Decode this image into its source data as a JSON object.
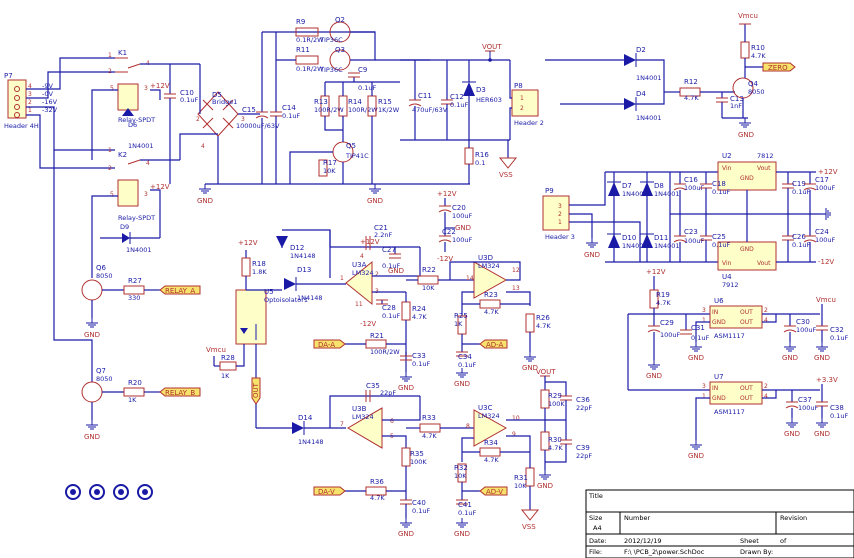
{
  "connectors": {
    "p7": {
      "ref": "P7",
      "value": "Header 4H",
      "pins": [
        "4",
        "3",
        "2",
        "1"
      ],
      "nets": [
        "-9V",
        "-0V",
        "-16V",
        "-32V"
      ]
    },
    "p8": {
      "ref": "P8",
      "value": "Header 2",
      "pins": [
        "1",
        "2"
      ]
    },
    "p9": {
      "ref": "P9",
      "value": "Header 3",
      "pins": [
        "3",
        "2",
        "1"
      ]
    }
  },
  "relays": {
    "k1": {
      "ref": "K1",
      "value": "Relay-SPDT",
      "diode": "D6",
      "diode_value": "1N4001"
    },
    "k2": {
      "ref": "K2",
      "value": "Relay-SPDT",
      "diode": "D9",
      "diode_value": "1N4001"
    }
  },
  "bridge": {
    "ref": "D5",
    "value": "Bridge1"
  },
  "transistors": {
    "q2": {
      "ref": "Q2",
      "value": "TIP36C"
    },
    "q3": {
      "ref": "Q3",
      "value": "TIP36C"
    },
    "q5": {
      "ref": "Q5",
      "value": "TIP41C"
    },
    "q4": {
      "ref": "Q4",
      "value": "8050"
    },
    "q6": {
      "ref": "Q6",
      "value": "8050"
    },
    "q7": {
      "ref": "Q7",
      "value": "8050"
    }
  },
  "resistors": [
    {
      "ref": "R9",
      "value": "0.1R/2W"
    },
    {
      "ref": "R11",
      "value": "0.1R/2W"
    },
    {
      "ref": "R13",
      "value": "100R/2W"
    },
    {
      "ref": "R14",
      "value": "100R/2W"
    },
    {
      "ref": "R15",
      "value": "1K/2W"
    },
    {
      "ref": "R16",
      "value": "0.1"
    },
    {
      "ref": "R17",
      "value": "10K"
    },
    {
      "ref": "R10",
      "value": "4.7K"
    },
    {
      "ref": "R12",
      "value": "4.7K"
    },
    {
      "ref": "R18",
      "value": "1.8K"
    },
    {
      "ref": "R20",
      "value": "1K"
    },
    {
      "ref": "R28",
      "value": "1K"
    },
    {
      "ref": "R27",
      "value": "330"
    },
    {
      "ref": "R19",
      "value": "4.7K"
    },
    {
      "ref": "R22",
      "value": "10K"
    },
    {
      "ref": "R23",
      "value": "4.7K"
    },
    {
      "ref": "R24",
      "value": "4.7K"
    },
    {
      "ref": "R25",
      "value": "1K"
    },
    {
      "ref": "R26",
      "value": "4.7K"
    },
    {
      "ref": "R21",
      "value": "100R/2W"
    },
    {
      "ref": "R29",
      "value": "100K"
    },
    {
      "ref": "R31",
      "value": "10K"
    },
    {
      "ref": "R30",
      "value": "4.7K"
    },
    {
      "ref": "R32",
      "value": "10K"
    },
    {
      "ref": "R33",
      "value": "4.7K"
    },
    {
      "ref": "R34",
      "value": "4.7K"
    },
    {
      "ref": "R35",
      "value": "100K"
    },
    {
      "ref": "R36",
      "value": "4.7K"
    }
  ],
  "capacitors": [
    {
      "ref": "C10",
      "value": "0.1uF"
    },
    {
      "ref": "C15",
      "value": "10000uF/63V"
    },
    {
      "ref": "C14",
      "value": "0.1uF"
    },
    {
      "ref": "C9",
      "value": "0.1uF"
    },
    {
      "ref": "C11",
      "value": "470uF/63V"
    },
    {
      "ref": "C12",
      "value": "0.1uF"
    },
    {
      "ref": "C13",
      "value": "1nF"
    },
    {
      "ref": "C16",
      "value": "100uF"
    },
    {
      "ref": "C18",
      "value": "0.1uF"
    },
    {
      "ref": "C19",
      "value": "0.1uF"
    },
    {
      "ref": "C17",
      "value": "100uF"
    },
    {
      "ref": "C23",
      "value": "100uF"
    },
    {
      "ref": "C25",
      "value": "0.1uF"
    },
    {
      "ref": "C26",
      "value": "0.1uF"
    },
    {
      "ref": "C24",
      "value": "100uF"
    },
    {
      "ref": "C20",
      "value": "100uF"
    },
    {
      "ref": "C22",
      "value": "100uF"
    },
    {
      "ref": "C21",
      "value": "2.2nF"
    },
    {
      "ref": "C27",
      "value": "0.1uF"
    },
    {
      "ref": "C28",
      "value": "0.1uF"
    },
    {
      "ref": "C33",
      "value": "0.1uF"
    },
    {
      "ref": "C34",
      "value": "0.1uF"
    },
    {
      "ref": "C29",
      "value": "100uF"
    },
    {
      "ref": "C31",
      "value": "0.1uF"
    },
    {
      "ref": "C30",
      "value": "100uF"
    },
    {
      "ref": "C32",
      "value": "0.1uF"
    },
    {
      "ref": "C35",
      "value": "22pF"
    },
    {
      "ref": "C36",
      "value": "22pF"
    },
    {
      "ref": "C39",
      "value": "22pF"
    },
    {
      "ref": "C37",
      "value": "100uF"
    },
    {
      "ref": "C38",
      "value": "0.1uF"
    },
    {
      "ref": "C40",
      "value": "0.1uF"
    },
    {
      "ref": "C41",
      "value": "0.1uF"
    }
  ],
  "diodes": [
    {
      "ref": "D2",
      "value": "1N4001"
    },
    {
      "ref": "D4",
      "value": "1N4001"
    },
    {
      "ref": "D3",
      "value": "HER603"
    },
    {
      "ref": "D7",
      "value": "1N4001"
    },
    {
      "ref": "D8",
      "value": "1N4001"
    },
    {
      "ref": "D10",
      "value": "1N4001"
    },
    {
      "ref": "D11",
      "value": "1N4001"
    },
    {
      "ref": "D12",
      "value": "1N4148"
    },
    {
      "ref": "D13",
      "value": "1N4148"
    },
    {
      "ref": "D14",
      "value": "1N4148"
    }
  ],
  "ics": {
    "u2": {
      "ref": "U2",
      "value": "7812",
      "pins": [
        "Vin",
        "Vout",
        "GND"
      ]
    },
    "u4": {
      "ref": "U4",
      "value": "7912",
      "pins": [
        "GND",
        "Vin",
        "Vout"
      ]
    },
    "u5": {
      "ref": "U5",
      "value": "Optoisolator1"
    },
    "u6": {
      "ref": "U6",
      "value": "ASM1117",
      "pins": [
        "IN",
        "OUT",
        "GND",
        "OUT"
      ],
      "pin_nums": [
        "3",
        "2",
        "1",
        "4"
      ]
    },
    "u7": {
      "ref": "U7",
      "value": "ASM1117",
      "pins": [
        "IN",
        "OUT",
        "GND",
        "OUT"
      ],
      "pin_nums": [
        "3",
        "2",
        "1",
        "4"
      ]
    },
    "u3a": {
      "ref": "U3A",
      "value": "LM324"
    },
    "u3b": {
      "ref": "U3B",
      "value": "LM324"
    },
    "u3c": {
      "ref": "U3C",
      "value": "LM324"
    },
    "u3d": {
      "ref": "U3D",
      "value": "LM324"
    }
  },
  "nets": {
    "vout": "VOUT",
    "vss": "VSS",
    "vmcu": "Vmcu",
    "gnd": "GND",
    "p12": "+12V",
    "m12": "-12V",
    "p33": "+3.3V",
    "zero": "ZERO",
    "relay_a": "RELAY_A",
    "relay_b": "RELAY_B",
    "da_a": "DA-A",
    "ad_a": "AD-A",
    "da_v": "DA-V",
    "ad_v": "AD-V",
    "out": "OUT"
  },
  "title_block": {
    "title_label": "Title",
    "size_label": "Size",
    "size": "A4",
    "number_label": "Number",
    "revision_label": "Revision",
    "date_label": "Date:",
    "date": "2012/12/19",
    "sheet_label": "Sheet",
    "of_label": "of",
    "file_label": "File:",
    "file": "F:\\     \\PCB_2\\power.SchDoc",
    "drawn_label": "Drawn By:"
  },
  "colors": {
    "wire": "#1a1aa6",
    "part": "#b03030",
    "body": "#fefec8",
    "netflag": "#f7e26b"
  }
}
